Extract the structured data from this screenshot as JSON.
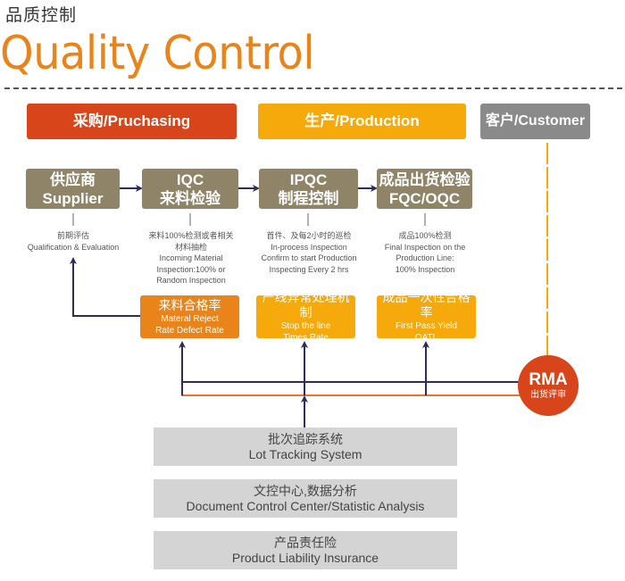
{
  "title": {
    "cn": "品质控制",
    "en": "Quality Control"
  },
  "headers": {
    "purchasing": "采购/Pruchasing",
    "production": "生产/Production",
    "customer": "客户/Customer"
  },
  "steps": [
    {
      "line1": "供应商",
      "line2": "Supplier"
    },
    {
      "line1": "IQC",
      "line2": "来料检验"
    },
    {
      "line1": "IPQC",
      "line2": "制程控制"
    },
    {
      "line1": "成品出货检验",
      "line2": "FQC/OQC"
    }
  ],
  "descriptions": [
    [
      "前期评估",
      "Qualification & Evaluation"
    ],
    [
      "来料100%检测或者相关",
      "材料抽检",
      "Incoming Material",
      "Inspection:100% or",
      "Random Inspection"
    ],
    [
      "首件、及每2小时的巡检",
      "In-process Inspection",
      "Confirm to start Production",
      "Inspecting Every 2 hrs"
    ],
    [
      "成品100%检测",
      "Final Inspection on the",
      "Production Line:",
      "100% Inspection"
    ]
  ],
  "kpis": [
    {
      "cn": "来料合格率",
      "en1": "Materal Reject",
      "en2": "Rate Defect Rate"
    },
    {
      "cn": "产线异常处理机制",
      "en1": "Stop the line",
      "en2": "Times Rate"
    },
    {
      "cn": "成品一次性合格率",
      "en1": "First Pass Yield",
      "en2": "OATL"
    }
  ],
  "rma": {
    "title": "RMA",
    "subtitle": "出货评审"
  },
  "systems": [
    {
      "cn": "批次追踪系统",
      "en": "Lot Tracking System"
    },
    {
      "cn": "文控中心,数据分析",
      "en": "Document Control Center/Statistic Analysis"
    },
    {
      "cn": "产品责任险",
      "en": "Product Liability Insurance"
    }
  ],
  "colors": {
    "orange_red": "#d9451a",
    "orange": "#e8841a",
    "amber": "#f5a90a",
    "gray": "#8a8a8a",
    "khaki": "#8f8468",
    "navy_line": "#2e2c58",
    "light_gray": "#d4d4d4"
  }
}
